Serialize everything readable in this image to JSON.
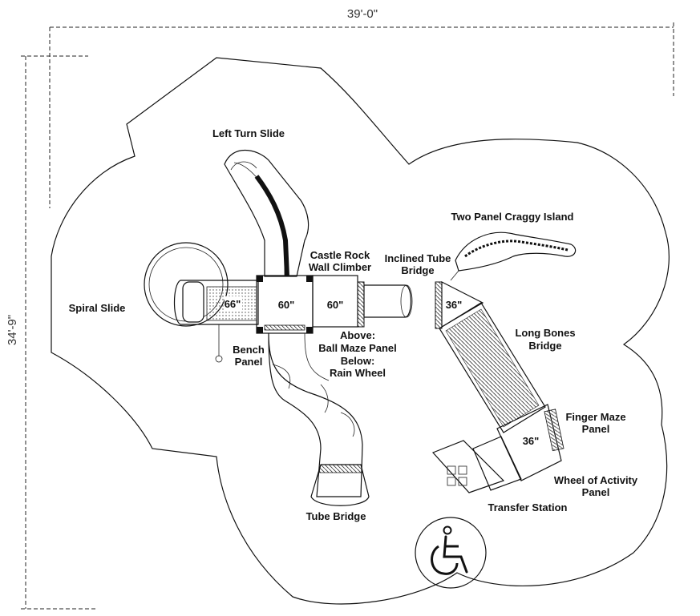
{
  "dimensions": {
    "width": "39'-0\"",
    "height": "34'-9\""
  },
  "labels": {
    "left_turn_slide": "Left Turn Slide",
    "castle_rock_1": "Castle Rock",
    "castle_rock_2": "Wall Climber",
    "inclined_tube_1": "Inclined Tube",
    "inclined_tube_2": "Bridge",
    "craggy_island": "Two Panel Craggy Island",
    "spiral_slide": "Spiral Slide",
    "bench_1": "Bench",
    "bench_2": "Panel",
    "above_1": "Above:",
    "above_2": "Ball Maze Panel",
    "below_1": "Below:",
    "below_2": "Rain Wheel",
    "long_bones_1": "Long Bones",
    "long_bones_2": "Bridge",
    "finger_maze_1": "Finger Maze",
    "finger_maze_2": "Panel",
    "wheel_activity_1": "Wheel of Activity",
    "wheel_activity_2": "Panel",
    "transfer_station": "Transfer Station",
    "tube_bridge": "Tube Bridge"
  },
  "deck_sizes": {
    "spiral": "66\"",
    "deck_main": "60\"",
    "deck_second": "60\"",
    "deck_bridge": "36\"",
    "deck_transfer": "36\""
  },
  "icons": [
    "wheelchair-accessibility-icon"
  ]
}
